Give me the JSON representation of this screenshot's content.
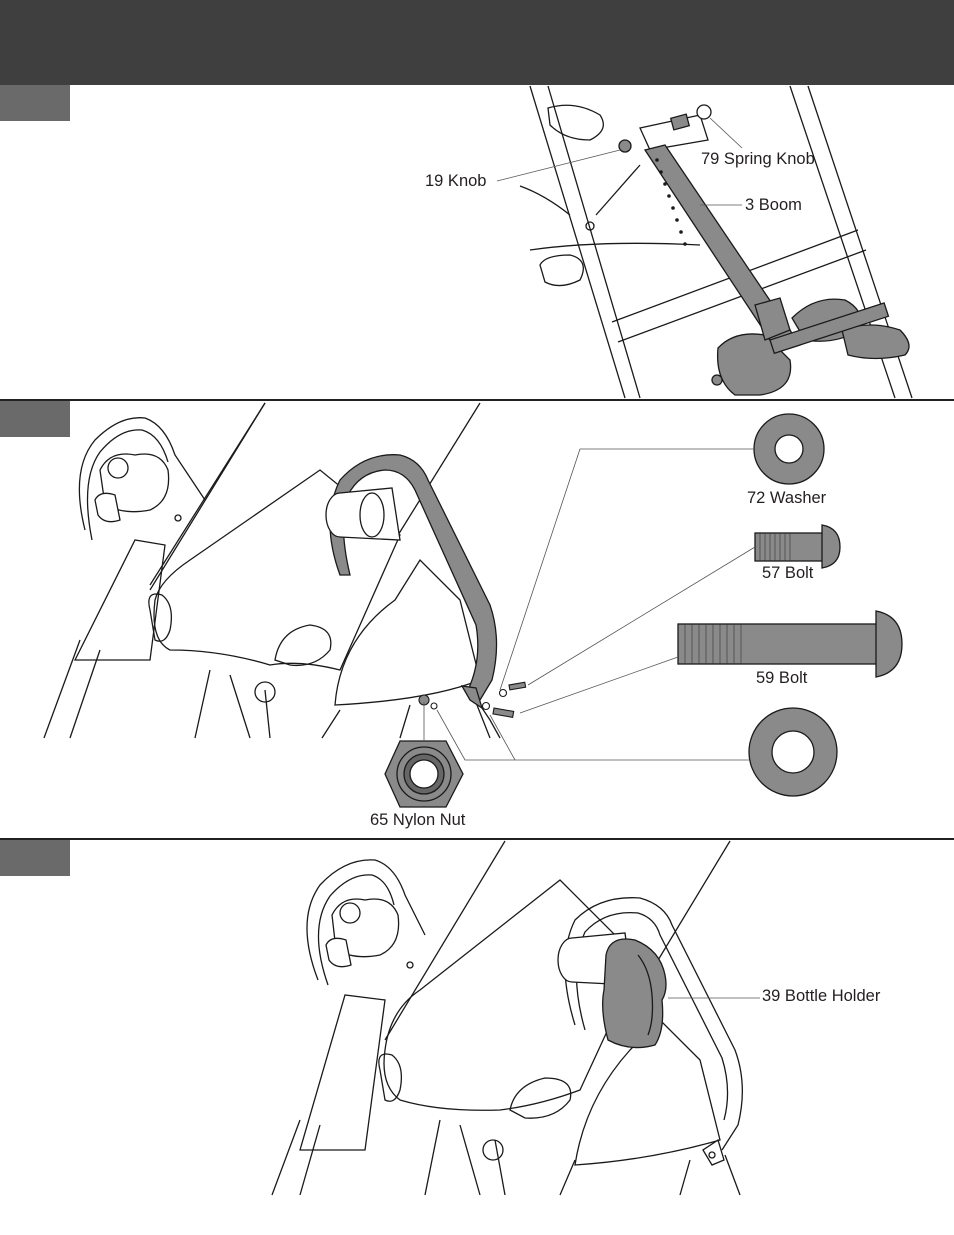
{
  "colors": {
    "header": "#3f3f3f",
    "tab": "#6a6a6a",
    "part_fill": "#8a8a8a",
    "line": "#1a1a1a"
  },
  "steps": [
    {
      "callouts": {
        "spring_knob": "79 Spring Knob",
        "knob": "19 Knob",
        "boom": "3 Boom"
      }
    },
    {
      "callouts": {
        "washer": "72 Washer",
        "bolt_57": "57 Bolt",
        "bolt_59": "59 Bolt",
        "nylon_nut": "65 Nylon Nut"
      }
    },
    {
      "callouts": {
        "bottle_holder": "39 Bottle Holder"
      }
    }
  ]
}
